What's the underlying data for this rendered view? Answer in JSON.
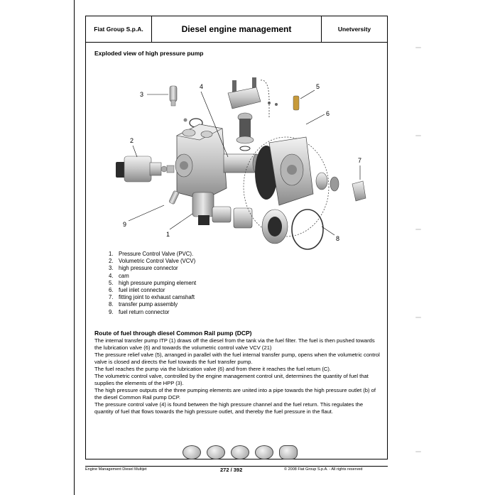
{
  "header": {
    "company": "Fiat Group S.p.A.",
    "title": "Diesel engine management",
    "department": "Unetversity"
  },
  "exploded_view": {
    "title": "Exploded view of high pressure pump",
    "callouts": [
      "3",
      "4",
      "5",
      "6",
      "2",
      "7",
      "9",
      "1",
      "8"
    ]
  },
  "legend": [
    {
      "num": "1.",
      "text": "Pressure Control Valve (PVC)."
    },
    {
      "num": "2.",
      "text": "Volumetric Control Valve (VCV)"
    },
    {
      "num": "3.",
      "text": "high pressure connector"
    },
    {
      "num": "4.",
      "text": "cam"
    },
    {
      "num": "5.",
      "text": "high pressure pumping element"
    },
    {
      "num": "6.",
      "text": "fuel inlet connector"
    },
    {
      "num": "7.",
      "text": "fitting joint to exhaust camshaft"
    },
    {
      "num": "8.",
      "text": "transfer pump assembly"
    },
    {
      "num": "9.",
      "text": "fuel return connector"
    }
  ],
  "route": {
    "title": "Route of fuel through diesel Common Rail pump (DCP)",
    "paragraphs": [
      " The internal transfer pump ITP (1) draws off the diesel from the tank via the fuel filter.  The fuel is then pushed towards the lubrication valve (6) and towards the volumetric control valve VCV (21)",
      "The pressure relief valve (5), arranged in parallel with the fuel internal transfer pump, opens when the volumetric control valve is closed and directs the fuel towards the fuel transfer pump.",
      "The fuel reaches the pump via the lubrication valve (6) and from there it reaches the fuel return (C).",
      "The volumetric control valve, controlled by the engine management control unit, determines the quantity of fuel that supplies the elements of the HPP (3).",
      "The high pressure outputs of the three pumping elements are united into a pipe towards the high pressure outlet (b) of the diesel Common Rail pump DCP.",
      "The pressure control valve (4) is found between the high pressure channel and the fuel return. This regulates the quantity of fuel that flows towards the high pressure outlet, and thereby the fuel pressure in the flaut."
    ]
  },
  "logos": [
    "lancia-logo",
    "fiat-logo",
    "alfa-romeo-logo",
    "maserati-logo",
    "fiat-professional-logo"
  ],
  "footer": {
    "left": "Engine Management Diesel Multijet",
    "page": "272 / 392",
    "right": "© 2008 Fiat Group S.p.A.  - All rights reserved"
  }
}
